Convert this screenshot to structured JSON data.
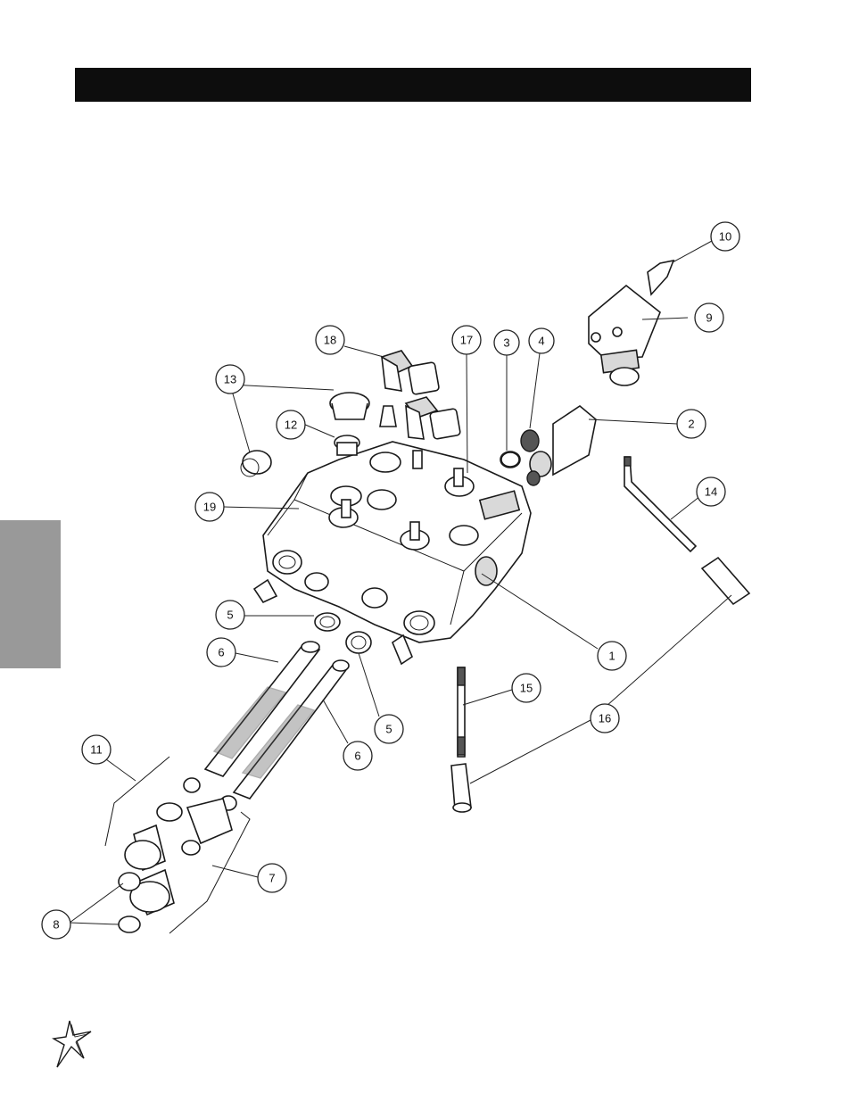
{
  "header": {
    "title": ""
  },
  "callouts": [
    {
      "id": "c1",
      "label": "1"
    },
    {
      "id": "c2",
      "label": "2"
    },
    {
      "id": "c3",
      "label": "3"
    },
    {
      "id": "c4",
      "label": "4"
    },
    {
      "id": "c5a",
      "label": "5"
    },
    {
      "id": "c5b",
      "label": "5"
    },
    {
      "id": "c6a",
      "label": "6"
    },
    {
      "id": "c6b",
      "label": "6"
    },
    {
      "id": "c7",
      "label": "7"
    },
    {
      "id": "c8",
      "label": "8"
    },
    {
      "id": "c9",
      "label": "9"
    },
    {
      "id": "c10",
      "label": "10"
    },
    {
      "id": "c11",
      "label": "11"
    },
    {
      "id": "c12",
      "label": "12"
    },
    {
      "id": "c13",
      "label": "13"
    },
    {
      "id": "c14",
      "label": "14"
    },
    {
      "id": "c15",
      "label": "15"
    },
    {
      "id": "c16",
      "label": "16"
    },
    {
      "id": "c17",
      "label": "17"
    },
    {
      "id": "c18",
      "label": "18"
    },
    {
      "id": "c19",
      "label": "19"
    }
  ],
  "logo": {
    "icon": "star-logo-icon"
  }
}
